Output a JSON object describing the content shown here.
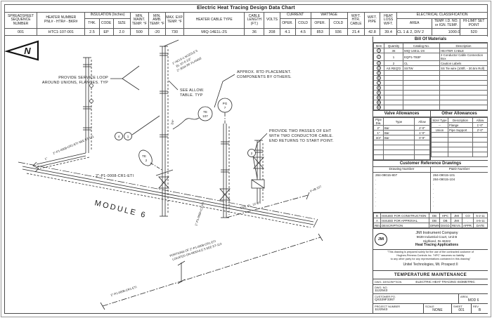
{
  "design_chart": {
    "title": "Electric Heat Tracing Design Data Chart",
    "h": {
      "seq": "SPREADSHEET SEQUENCE NUMBER",
      "heater": "HEATER NUMBER",
      "heater_sub": "PNL# - HTR# - BKR#",
      "insulation": "INSULATION (Inches)",
      "thk": "THK.",
      "code": "CODE",
      "size": "SIZE",
      "min_maint": "MIN. MAINT. TEMP. °F",
      "min_amb": "MIN. AMB. TEMP. °F",
      "max_exp": "MAX. EXP. TEMP. °F",
      "cable_type": "HEATER CABLE TYPE",
      "cable_length": "CABLE LENGTH (FT.)",
      "volts": "VOLTS",
      "current": "CURRENT",
      "current_oper": "OPER.",
      "current_cold": "COLD",
      "wattage": "WATTAGE",
      "wattage_oper": "OPER.",
      "wattage_cold": "COLD",
      "wft_htr": "W/FT. HTR. CABLE",
      "wft_pipe": "W/FT. PIPE",
      "heat_loss": "HEAT LOSS W/FT.",
      "elec": "ELECTRICAL CLASSIFICATION",
      "area": "AREA",
      "temp_id": "TEMP. I.D. NO. or IGN. TEMP.",
      "hi_limit": "HI-LIMIT SET POINT"
    },
    "row": {
      "seq": "001",
      "heater": "HTC1-107-001",
      "thk": "2.5",
      "code": "EP",
      "size": "2.0",
      "min_maint": "500",
      "min_amb": "-20",
      "max_exp": "730",
      "cable_type": "MIQ-14E1L-2S",
      "cable_length": "36",
      "volts": "208",
      "current_oper": "4.1",
      "current_cold": "4.5",
      "wattage_oper": "853",
      "wattage_cold": "936",
      "wft_htr": "21.4",
      "wft_pipe": "42.8",
      "heat_loss": "39.4",
      "area": "CL 1 & 2, DIV 2",
      "temp_id": "1000.0",
      "hi_limit": "520"
    }
  },
  "bom": {
    "title": "Bill Of Materials",
    "headers": [
      "Item",
      "Quantity",
      "Catalog No.",
      "Description"
    ],
    "rows": [
      {
        "item": "1",
        "qty": "36",
        "catalog": "MIQ-14E1L-2S",
        "desc": "HEATER CABLE"
      },
      {
        "item": "2",
        "qty": "1",
        "catalog": "EQP1-TB3F",
        "desc": "2 Conductor Cable Connection Box"
      },
      {
        "item": "3",
        "qty": "2",
        "catalog": "CL",
        "desc": "Caution Labels"
      },
      {
        "item": "4",
        "qty": "AS REQ'D",
        "catalog": "SSTW",
        "desc": "SS Tie wire (100ft. - 30.5m Roll)"
      },
      {
        "item": "5",
        "qty": "",
        "catalog": "",
        "desc": ""
      },
      {
        "item": "6",
        "qty": "",
        "catalog": "",
        "desc": ""
      },
      {
        "item": "7",
        "qty": "",
        "catalog": "",
        "desc": ""
      },
      {
        "item": "8",
        "qty": "",
        "catalog": "",
        "desc": ""
      },
      {
        "item": "9",
        "qty": "",
        "catalog": "",
        "desc": ""
      },
      {
        "item": "10",
        "qty": "",
        "catalog": "",
        "desc": ""
      },
      {
        "item": "11",
        "qty": "",
        "catalog": "",
        "desc": ""
      },
      {
        "item": "12",
        "qty": "",
        "catalog": "",
        "desc": ""
      }
    ]
  },
  "valve_allowances": {
    "title": "Valve Allowances",
    "headers": [
      "Pipe Dia.",
      "Type",
      "Allow"
    ],
    "rows": [
      [
        "2\"",
        "Bar",
        "2'-0\""
      ],
      [
        "1\"",
        "Bar",
        "1'-0\""
      ],
      [
        "3/4\"",
        "Bar",
        "0'-9\""
      ]
    ],
    "empty_rows": 4
  },
  "other_allowances": {
    "title": "Other Allowances",
    "headers": [
      "Size/ Type",
      "Description",
      "Allow"
    ],
    "rows": [
      [
        "--",
        "Flange",
        "1'-0\""
      ],
      [
        "Union",
        "Pipe Support",
        "2'-0\""
      ]
    ],
    "empty_rows": 5
  },
  "customer_reference": {
    "title": "Customer Reference Drawings",
    "col1": "Drawing Number",
    "col2": "P&ID Number",
    "drawing_numbers": [
      "284-09015-807",
      ".",
      ".",
      ".",
      ".",
      ".",
      ".",
      "."
    ],
    "pid_numbers": [
      "284-09015-101",
      "284-09015-104",
      ".",
      ".",
      ".",
      ".",
      ".",
      "."
    ]
  },
  "revisions": {
    "rows": [
      [
        "B",
        "ISSUED FOR CONSTRUCTION",
        "DB",
        "HPC",
        "JMI",
        "CO",
        "5-2-11"
      ],
      [
        "A",
        "ISSUED FOR APPROVAL",
        "DB",
        "DB",
        "JMI",
        ".",
        "4-6-11"
      ]
    ],
    "header": [
      "REV.",
      "DESCRIPTION",
      "DRWN.",
      "DSGD.",
      "REVS.",
      "APPR.",
      "DATE"
    ]
  },
  "company": {
    "logo": "JMI",
    "name": "JMI Instrument Company",
    "address1": "9639 Industrial Court, Unit B",
    "address2": "Highland, IN 46322",
    "tagline": "Heat Tracing Applications",
    "disclaimer1": "\"This drawing is prepared solely for the use of the contracted customer of",
    "disclaimer2": "Hughes-Primess Controls Inc. \"HPC\" assumes no liability",
    "disclaimer3": "to any other party for any representations contained in this drawing\"",
    "customer": "Unitel Technologies, Mt. Prospect Il"
  },
  "title_block": {
    "maintenance": "TEMPERATURE MAINTENANCE",
    "dwg_desc_label": "DWG. DESCRIPTION",
    "dwg_desc": "ELECTRIC HEAT TRACING ISOMETRIC",
    "dwg_no_label": "DWG. NO.",
    "dwg_no": "1122543",
    "customer_po_label": "CUSTOMER PO.",
    "customer_po": "QS329F3367",
    "area_label": "AREA",
    "area": "MOD 6",
    "project_label": "PROJECT NUMBER",
    "project": "1122543",
    "scale_label": "SCALE",
    "scale": "NONE",
    "sheet_label": "SHEET",
    "sheet": "001",
    "rev_label": "REV",
    "rev": "B"
  },
  "drawing": {
    "north_label": "N",
    "annotations": {
      "service_loop_1": "PROVIDE SERVICE LOOP",
      "service_loop_2": "AROUND UNIONS, FLANGES. TYP",
      "see_allow_1": "SEE ALLOW.",
      "see_allow_2": "TABLE. TYP",
      "rtd_1": "APPROX. RTD PLACEMENT.",
      "rtd_2": "COMPONENTS BY OTHERS.",
      "two_passes_1": "PROVIDE TWO PASSES OF EHT",
      "two_passes_2": "WITH TWO CONDUCTOR CABLE.",
      "two_passes_3": "END RETURNS TO START POINT."
    },
    "pipe_labels": {
      "line_main": "2\"-P1-0008-CR1-ETI",
      "line_see": "2\"-P1-0008-CR1-ETI SEE ET-121",
      "line_bottom": "2\"-P1-0008-CR1-ETI",
      "portions_1": "PORTIONS OF 2\"-P1-0008-CR1-ETI",
      "portions_2": "LOCATED ON MODULE 5 SEE ET-113",
      "branch": "1\"-P1-009A-C1-PP",
      "nozzle_1": "1\"-NO-5-1  NOZZLE 5",
      "nozzle_2": "EL 10'-6 1/2\"",
      "nozzle_3": "2\"-300# RF FLANGE",
      "tos": "TOS. EL. 12'-0\"",
      "jb": "P-JB 107",
      "module": "MODULE 6",
      "dim1": "1\"",
      "dim2": "3/4\""
    },
    "bubbles": {
      "te_top": "TE",
      "te_top_n": "107",
      "pg": "PG",
      "pg_n": "7",
      "te_small": "TE",
      "te_small_n": "2"
    },
    "balloons": {
      "b1": "1",
      "b2": "2",
      "b4": "4"
    }
  }
}
